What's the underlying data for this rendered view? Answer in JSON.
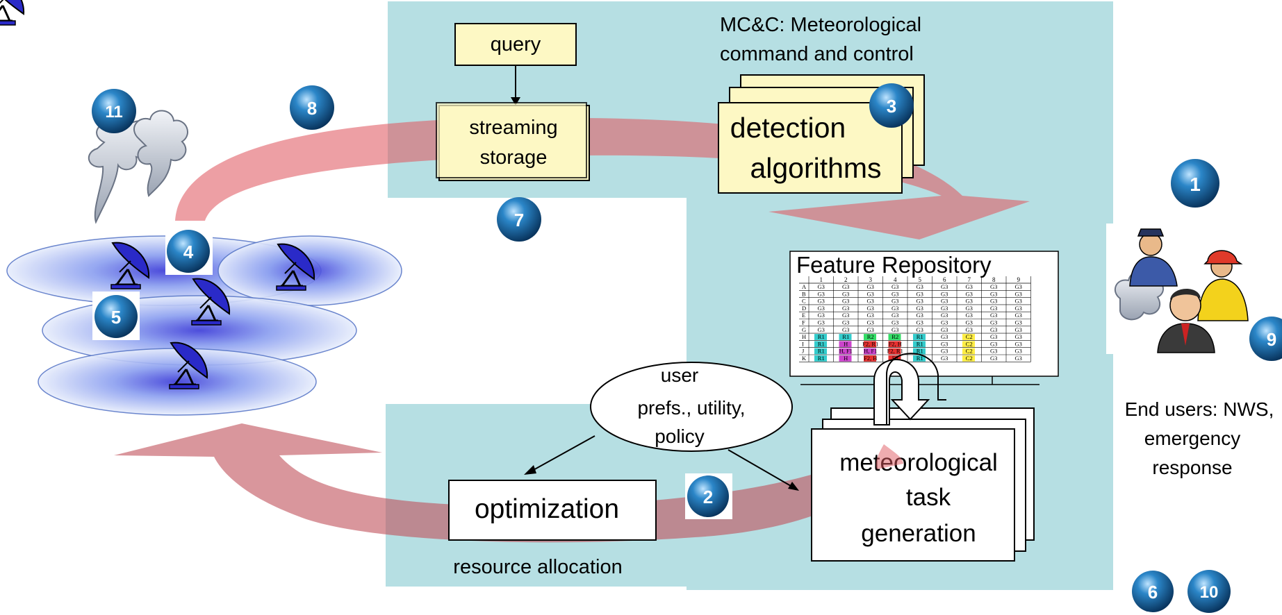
{
  "labels": {
    "mcc_line1": "MC&C: Meteorological",
    "mcc_line2": "command and control",
    "query": "query",
    "streaming": "streaming",
    "storage": "storage",
    "detection_line1": "detection",
    "detection_line2": "algorithms",
    "feature_repository": "Feature Repository",
    "user_prefs_line1": "user",
    "user_prefs_line2": "prefs., utility,",
    "user_prefs_line3": "policy",
    "optimization": "optimization",
    "task_line1": "meteorological",
    "task_line2": "task",
    "task_line3": "generation",
    "resource_allocation": "resource allocation",
    "end_users_line1": "End users: NWS,",
    "end_users_line2": "emergency",
    "end_users_line3": "response"
  },
  "badges": [
    "1",
    "2",
    "3",
    "4",
    "5",
    "6",
    "7",
    "8",
    "9",
    "10",
    "11"
  ],
  "grid": {
    "col_headers": [
      "1",
      "2",
      "3",
      "4",
      "5",
      "6",
      "7",
      "8",
      "9"
    ],
    "rows": [
      {
        "label": "A",
        "cells": [
          "G3",
          "G3",
          "G3",
          "G3",
          "G3",
          "G3",
          "G3",
          "G3",
          "G3"
        ]
      },
      {
        "label": "B",
        "cells": [
          "G3",
          "G3",
          "G3",
          "G3",
          "G3",
          "G3",
          "G3",
          "G3",
          "G3"
        ]
      },
      {
        "label": "C",
        "cells": [
          "G3",
          "G3",
          "G3",
          "G3",
          "G3",
          "G3",
          "G3",
          "G3",
          "G3"
        ]
      },
      {
        "label": "D",
        "cells": [
          "G3",
          "G3",
          "G3",
          "G3",
          "G3",
          "G3",
          "G3",
          "G3",
          "G3"
        ]
      },
      {
        "label": "E",
        "cells": [
          "G3",
          "G3",
          "G3",
          "G3",
          "G3",
          "G3",
          "G3",
          "G3",
          "G3"
        ]
      },
      {
        "label": "F",
        "cells": [
          "G3",
          "G3",
          "G3",
          "G3",
          "G3",
          "G3",
          "G3",
          "G3",
          "G3"
        ]
      },
      {
        "label": "G",
        "cells": [
          "G3",
          "G3",
          "G3",
          "G3",
          "G3",
          "G3",
          "G3",
          "G3",
          "G3"
        ]
      },
      {
        "label": "H",
        "cells": [
          "R1",
          "R1",
          "R2",
          "R2",
          "R1",
          "G3",
          "C2",
          "G3",
          "G3"
        ]
      },
      {
        "label": "I",
        "cells": [
          "R1",
          "H",
          "F2, R1",
          "F2, H",
          "R1",
          "G3",
          "C2",
          "G3",
          "G3"
        ]
      },
      {
        "label": "J",
        "cells": [
          "R1",
          "H, F1",
          "H, F1",
          "F2, R1",
          "R1",
          "G3",
          "C2",
          "G3",
          "G3"
        ]
      },
      {
        "label": "K",
        "cells": [
          "R1",
          "H",
          "F2, H",
          "F2",
          "R1",
          "G3",
          "C2",
          "G3",
          "G3"
        ]
      }
    ],
    "cell_colors": {
      "R1": "#33cccc",
      "R2": "#33dd66",
      "H": "#cc44cc",
      "C2": "#ffee44",
      "F": "#e83030",
      "G3": "#ffffff"
    }
  },
  "colors": {
    "panel": "#b6dfe3",
    "box_fill": "#fdf8c4",
    "arrow": "#e05a62",
    "badge": "#1d6fa8",
    "radar": "#3030c0"
  }
}
